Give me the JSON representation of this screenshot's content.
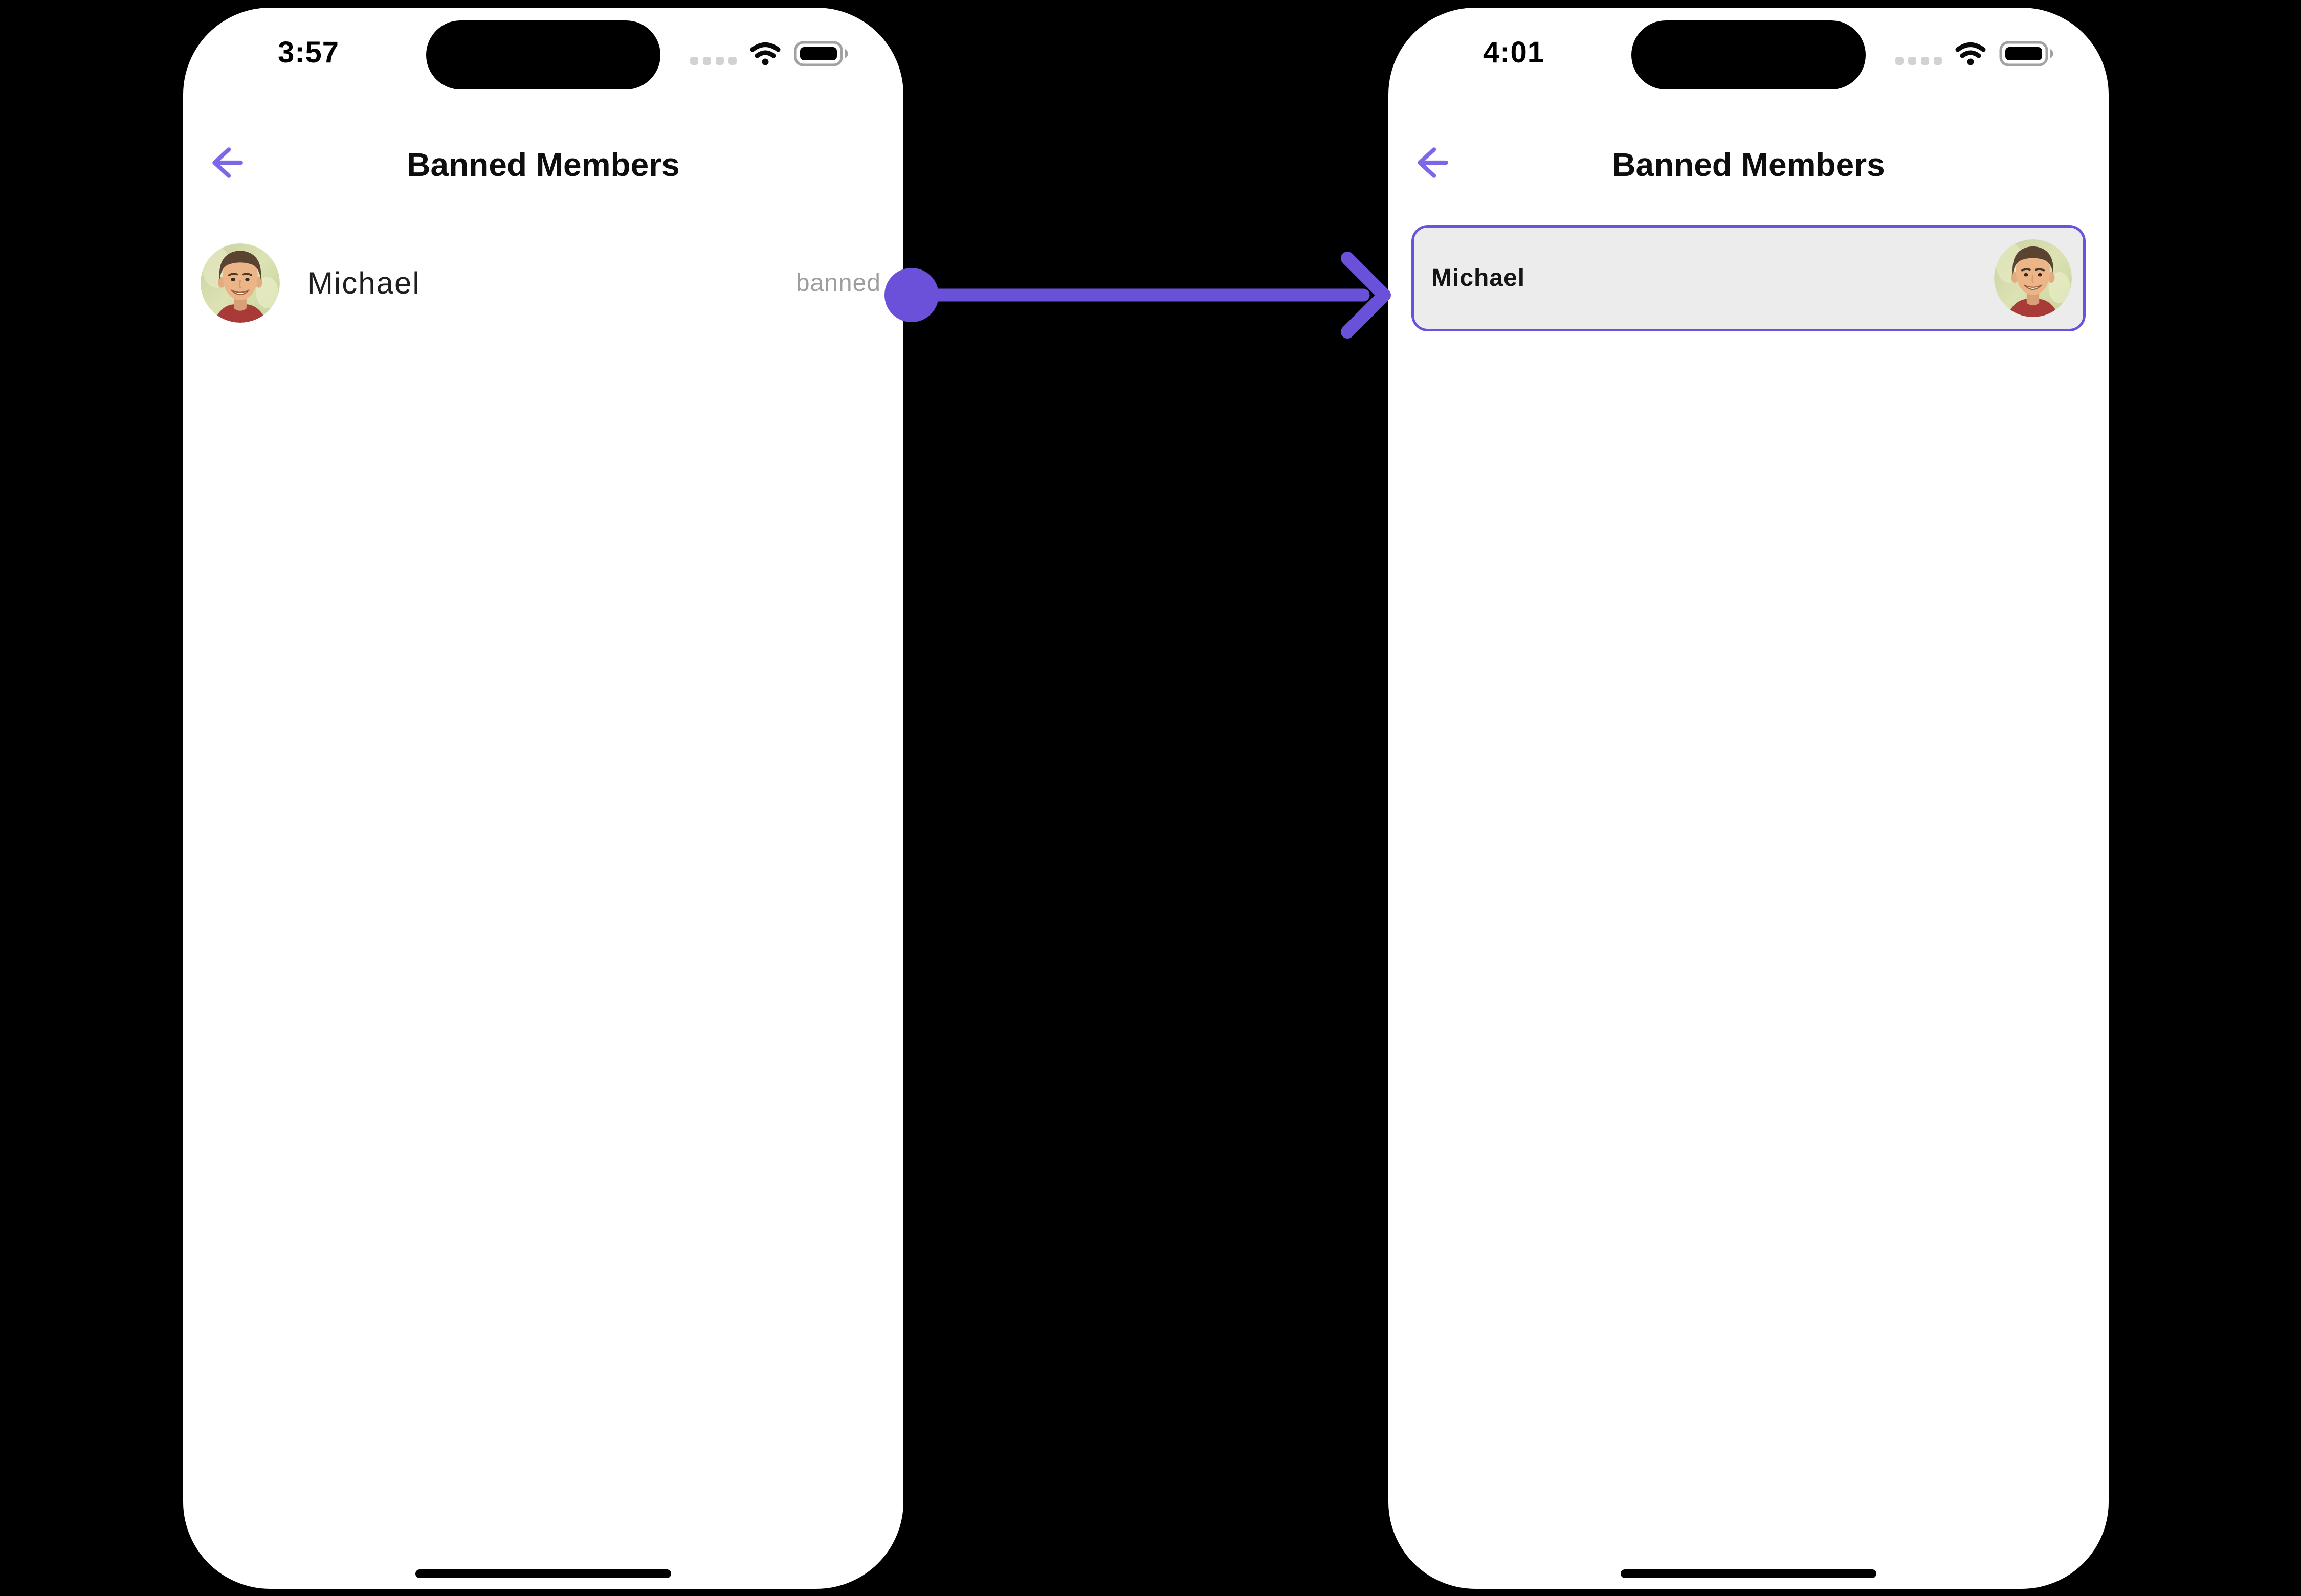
{
  "canvas": {
    "background": "#000000"
  },
  "colors": {
    "phone_background": "#ffffff",
    "accent_purple": "#6b52dc",
    "back_arrow_purple": "#7a68e8",
    "card_fill": "#ececec",
    "muted_gray": "#9e9e9e",
    "status_dot_gray": "#d2d2d2",
    "title_text": "#0e0e0e"
  },
  "icons": {
    "back": "back-arrow-icon",
    "cellular": "cellular-dots-icon",
    "wifi": "wifi-icon",
    "battery": "battery-icon",
    "transition": "transition-arrow"
  },
  "screen_before": {
    "status_time": "3:57",
    "title": "Banned Members",
    "member": {
      "name": "Michael",
      "status_label": "banned"
    }
  },
  "screen_after": {
    "status_time": "4:01",
    "title": "Banned Members",
    "member": {
      "name": "Michael"
    }
  }
}
